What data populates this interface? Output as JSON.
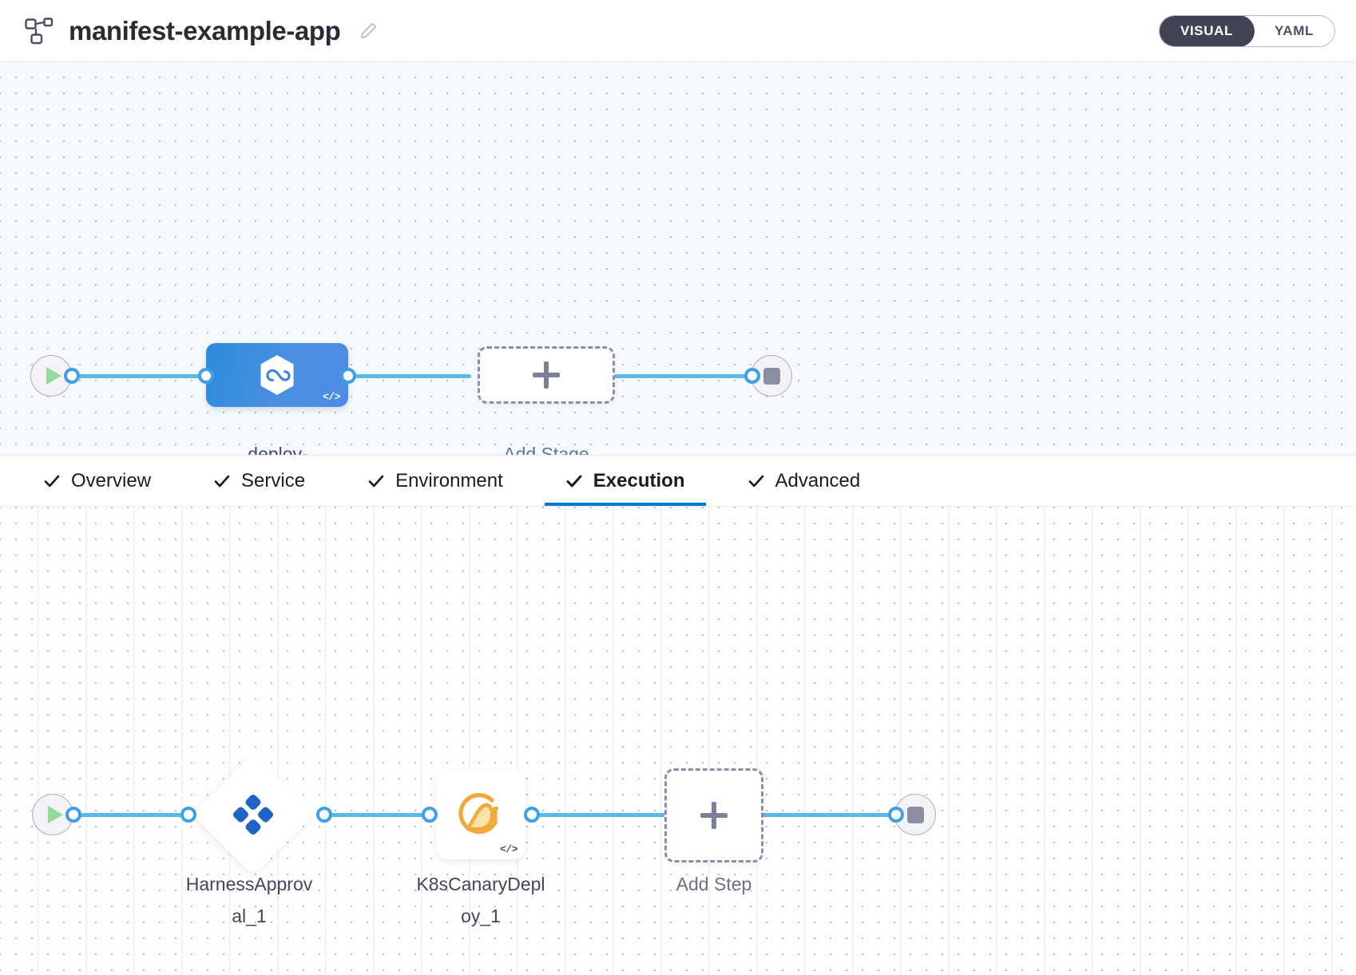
{
  "header": {
    "pipeline_icon": "pipeline-nodes-icon",
    "title": "manifest-example-app",
    "edit_icon": "pencil-edit-icon",
    "mode_toggle": {
      "options": [
        "VISUAL",
        "YAML"
      ],
      "selected": "VISUAL",
      "visual_label": "VISUAL",
      "yaml_label": "YAML"
    }
  },
  "stage_canvas": {
    "start_icon": "play-start-icon",
    "end_icon": "stop-end-icon",
    "stages": [
      {
        "name": "deploy-\nguestbook",
        "icon": "harness-hexagon-icon",
        "badge": "</>",
        "type": "deployment"
      }
    ],
    "add_stage": {
      "label": "Add Stage",
      "icon": "plus-icon"
    }
  },
  "tabs": {
    "items": [
      {
        "label": "Overview",
        "icon": "check-icon",
        "active": false
      },
      {
        "label": "Service",
        "icon": "check-icon",
        "active": false
      },
      {
        "label": "Environment",
        "icon": "check-icon",
        "active": false
      },
      {
        "label": "Execution",
        "icon": "check-icon",
        "active": true
      },
      {
        "label": "Advanced",
        "icon": "check-icon",
        "active": false
      }
    ],
    "active_label": "Execution",
    "active_underline_color": "#0278d5"
  },
  "execution_canvas": {
    "start_icon": "play-start-icon",
    "end_icon": "stop-end-icon",
    "steps": [
      {
        "name": "HarnessApprov\nal_1",
        "full_name": "HarnessApproval_1",
        "icon": "harness-approval-diamond-icon",
        "shape": "diamond",
        "badge": ""
      },
      {
        "name": "K8sCanaryDepl\noy_1",
        "full_name": "K8sCanaryDeploy_1",
        "icon": "canary-bird-icon",
        "shape": "square",
        "badge": "</>"
      }
    ],
    "add_step": {
      "label": "Add Step",
      "icon": "plus-icon"
    }
  },
  "colors": {
    "accent_blue": "#0278d5",
    "edge_blue": "#5bb8ea",
    "port_blue": "#3fa0e8",
    "stage_blue": "#2c8cdb",
    "canary_orange": "#eeab3c",
    "approval_blue": "#1f63c7",
    "play_green": "#8fdc9c",
    "toggle_dark": "#414355",
    "canvas_top_bg": "#f4fafd",
    "canvas_bottom_bg": "#ffffff"
  }
}
